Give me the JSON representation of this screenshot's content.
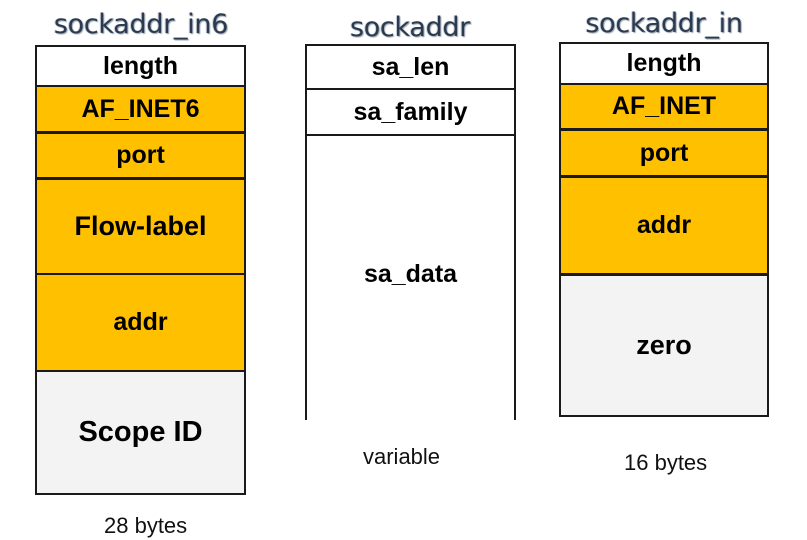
{
  "sockaddr_in6": {
    "title": "sockaddr_in6",
    "fields": [
      "length",
      "AF_INET6",
      "port",
      "Flow-label",
      "addr",
      "Scope ID"
    ],
    "size": "28 bytes"
  },
  "sockaddr": {
    "title": "sockaddr",
    "fields": [
      "sa_len",
      "sa_family",
      "sa_data"
    ],
    "size": "variable"
  },
  "sockaddr_in": {
    "title": "sockaddr_in",
    "fields": [
      "length",
      "AF_INET",
      "port",
      "addr",
      "zero"
    ],
    "size": "16 bytes"
  },
  "colors": {
    "field_highlight": "#ffc000",
    "field_plain": "#ffffff",
    "field_padding": "#f3f3f3",
    "title_text": "#2b3a4e"
  }
}
